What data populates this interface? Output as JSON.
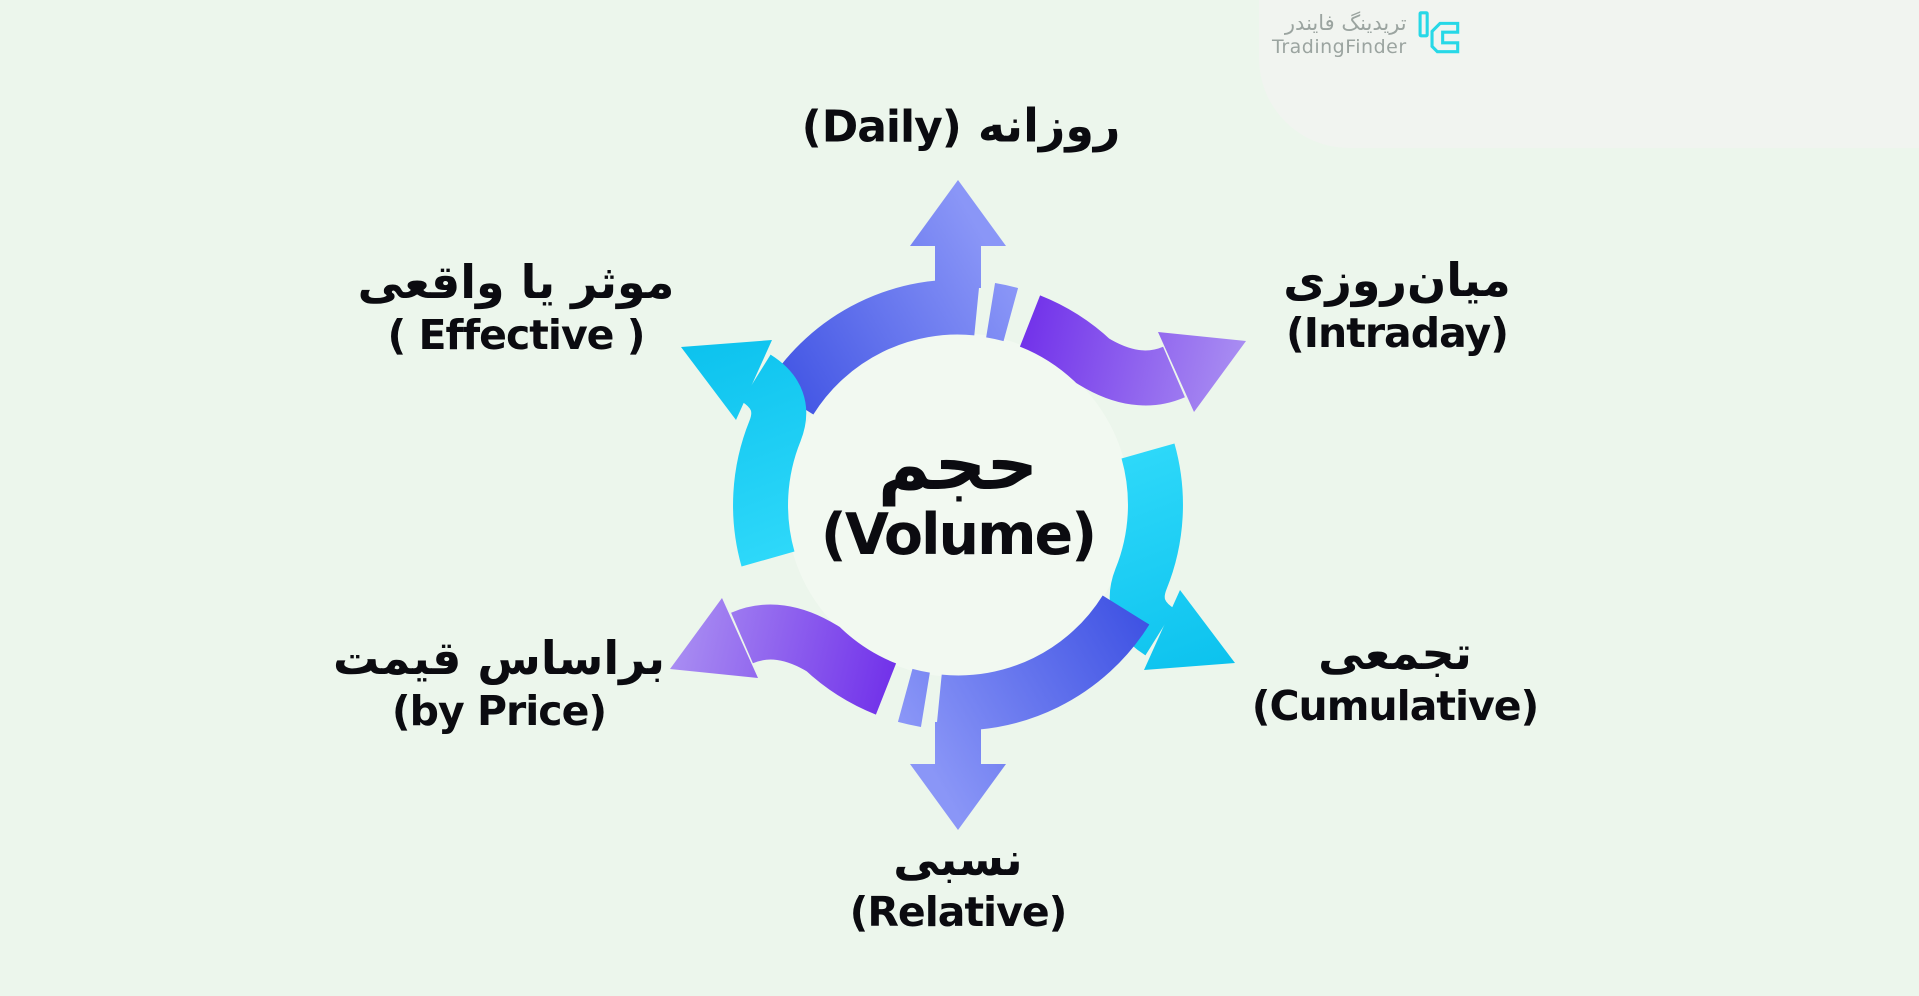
{
  "page": {
    "background": "#ecf6ec",
    "corner_tint": "#f1f3f0"
  },
  "brand": {
    "name_fa": "تریدینگ فایندر",
    "name_en": "TradingFinder",
    "text_color": "#9ba4a0",
    "icon": "tradingfinder-mark",
    "icon_color": "#27d8e7"
  },
  "hub": {
    "title_fa": "حجم",
    "title_en": "(Volume)",
    "text_color": "#0b0b10"
  },
  "nodes": [
    {
      "id": "daily",
      "position": "top",
      "label_fa": "روزانه",
      "label_en": "(Daily)",
      "arrow": "up",
      "color_start": "#3a4ee2",
      "color_end": "#8a96f7"
    },
    {
      "id": "intraday",
      "position": "upper-right",
      "label_fa": "میان‌روزی",
      "label_en": "(Intraday)",
      "arrow": "up-right",
      "color_start": "#7232ea",
      "color_end": "#a98ef2"
    },
    {
      "id": "cumulative",
      "position": "lower-right",
      "label_fa": "تجمعی",
      "label_en": "(Cumulative)",
      "arrow": "down-right",
      "color_start": "#2fd9fa",
      "color_end": "#0cc2ee"
    },
    {
      "id": "relative",
      "position": "bottom",
      "label_fa": "نسبی",
      "label_en": "(Relative)",
      "arrow": "down",
      "color_start": "#3a4ee2",
      "color_end": "#8a96f7"
    },
    {
      "id": "by-price",
      "position": "lower-left",
      "label_fa": "براساس قیمت",
      "label_en": "(by Price)",
      "arrow": "down-left",
      "color_start": "#7232ea",
      "color_end": "#a98ef2"
    },
    {
      "id": "effective",
      "position": "upper-left",
      "label_fa": "موثر یا واقعی",
      "label_en": "( Effective )",
      "arrow": "up-left",
      "color_start": "#2fd9fa",
      "color_end": "#0cc2ee"
    }
  ]
}
